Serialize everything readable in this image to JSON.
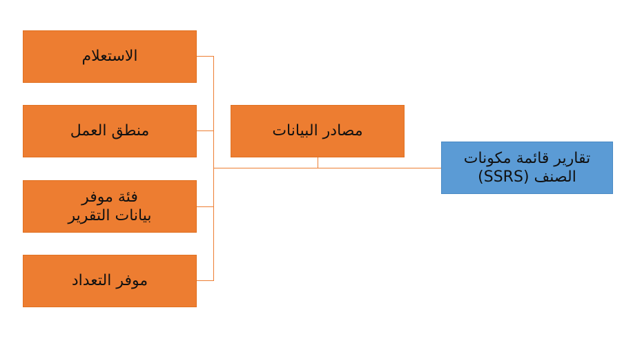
{
  "diagram": {
    "root": {
      "label": "تقارير قائمة مكونات الصنف (SSRS)",
      "color": "#5B9BD5"
    },
    "middle": {
      "label": "مصادر البيانات",
      "color": "#ED7D31"
    },
    "leaves": [
      {
        "label": "الاستعلام"
      },
      {
        "label": "منطق العمل"
      },
      {
        "label": "فئة موفر بيانات التقرير"
      },
      {
        "label": "موفر التعداد"
      }
    ],
    "connector_color": "#ED7D31"
  }
}
